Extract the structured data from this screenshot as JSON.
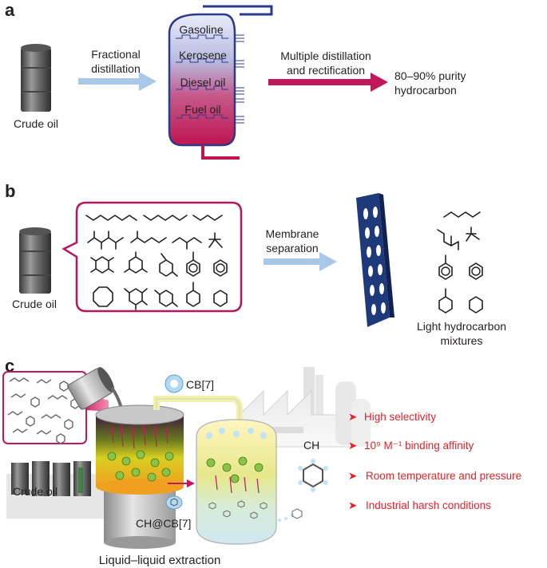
{
  "panel_a": {
    "letter": "a",
    "crude_label": "Crude oil",
    "arrow1_label": [
      "Fractional",
      "distillation"
    ],
    "fractions": [
      "Gasoline",
      "Kerosene",
      "Diesel oil",
      "Fuel oil"
    ],
    "arrow2_label": [
      "Multiple distillation",
      "and rectification"
    ],
    "product_label": [
      "80–90% purity",
      "hydrocarbon"
    ]
  },
  "panel_b": {
    "letter": "b",
    "crude_label": "Crude oil",
    "arrow_label": [
      "Membrane",
      "separation"
    ],
    "product_label": [
      "Light hydrocarbon",
      "mixtures"
    ]
  },
  "panel_c": {
    "letter": "c",
    "cb7_label": "CB[7]",
    "complex_label": "CH@CB[7]",
    "ch_label": "CH",
    "crude_label": "Crude oil",
    "process_label": "Liquid–liquid extraction",
    "bullet_symbol": "➤",
    "features": [
      "High selectivity",
      "10⁹ M⁻¹ binding affinity",
      "Room temperature and pressure",
      "Industrial harsh conditions"
    ]
  },
  "colors": {
    "arrow_blue": "#a9c8e8",
    "arrow_crimson": "#c2185b",
    "column_outline": "#2b3a8c",
    "membrane": "#1f3a7a",
    "bubble_border": "#b5175f",
    "feature_red": "#e8202a"
  }
}
